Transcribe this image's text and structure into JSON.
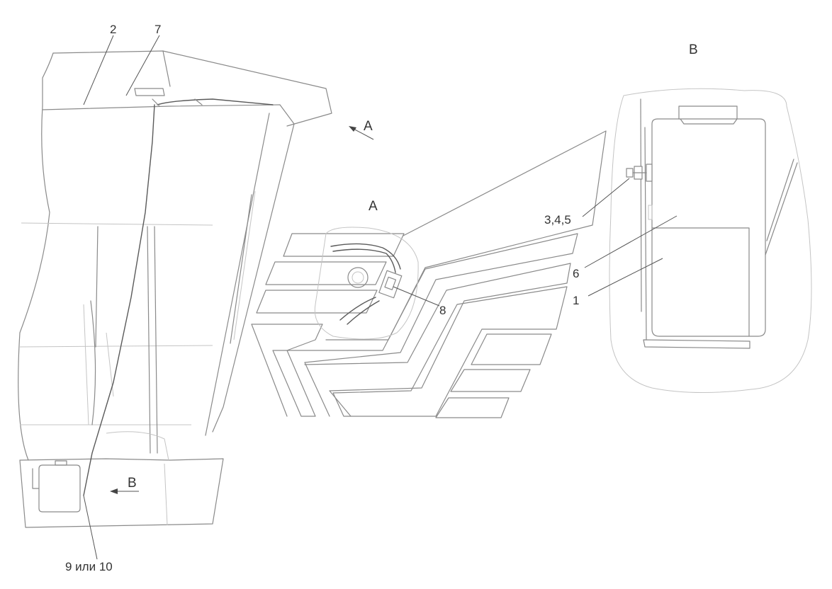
{
  "labels": {
    "part_2": "2",
    "part_7": "7",
    "view_a_arrow": "A",
    "view_a_title": "A",
    "view_b_title": "B",
    "part_345": "3,4,5",
    "part_6": "6",
    "part_1": "1",
    "part_8": "8",
    "view_b_arrow": "B",
    "part_9_10": "9 или 10"
  },
  "colors": {
    "line": "#8a8a8a",
    "text": "#333333"
  }
}
